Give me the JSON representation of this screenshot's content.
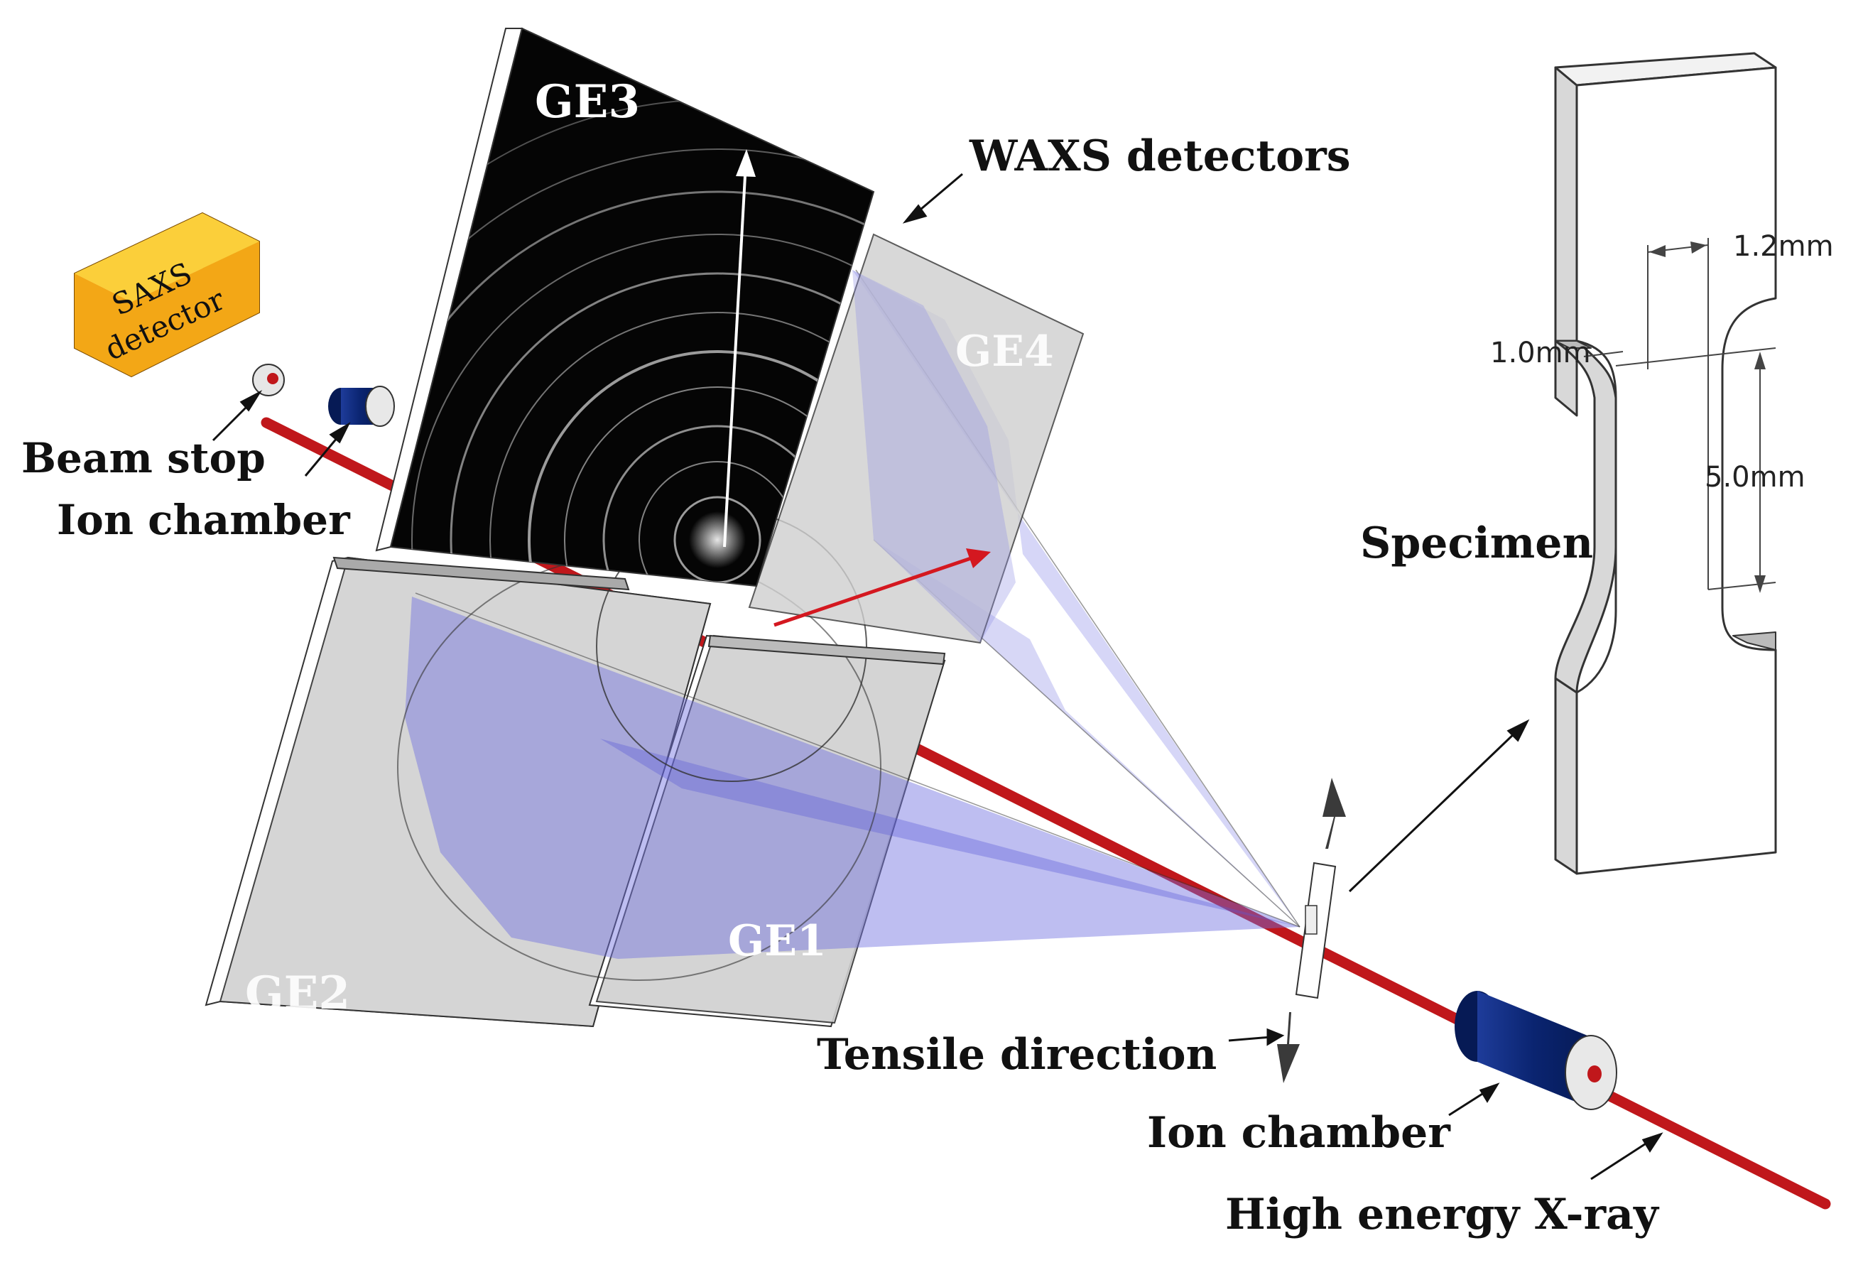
{
  "detectors": {
    "ge1": "GE1",
    "ge2": "GE2",
    "ge3": "GE3",
    "ge4": "GE4",
    "waxs": "WAXS detectors",
    "saxs_line1": "SAXS",
    "saxs_line2": "detector"
  },
  "beamline": {
    "beam_stop": "Beam stop",
    "ion_chamber_upstream": "Ion chamber",
    "ion_chamber_downstream": "Ion chamber",
    "xray": "High energy X-ray",
    "tensile": "Tensile direction"
  },
  "specimen": {
    "title": "Specimen",
    "width": "1.2mm",
    "thickness": "1.0mm",
    "gauge_length": "5.0mm"
  },
  "colors": {
    "beam": "#c0171b",
    "ion_chamber": "#0b2a7a",
    "saxs_box": "#f3a716",
    "cone": "#6f6fe0",
    "panel": "#c8c8c8"
  }
}
